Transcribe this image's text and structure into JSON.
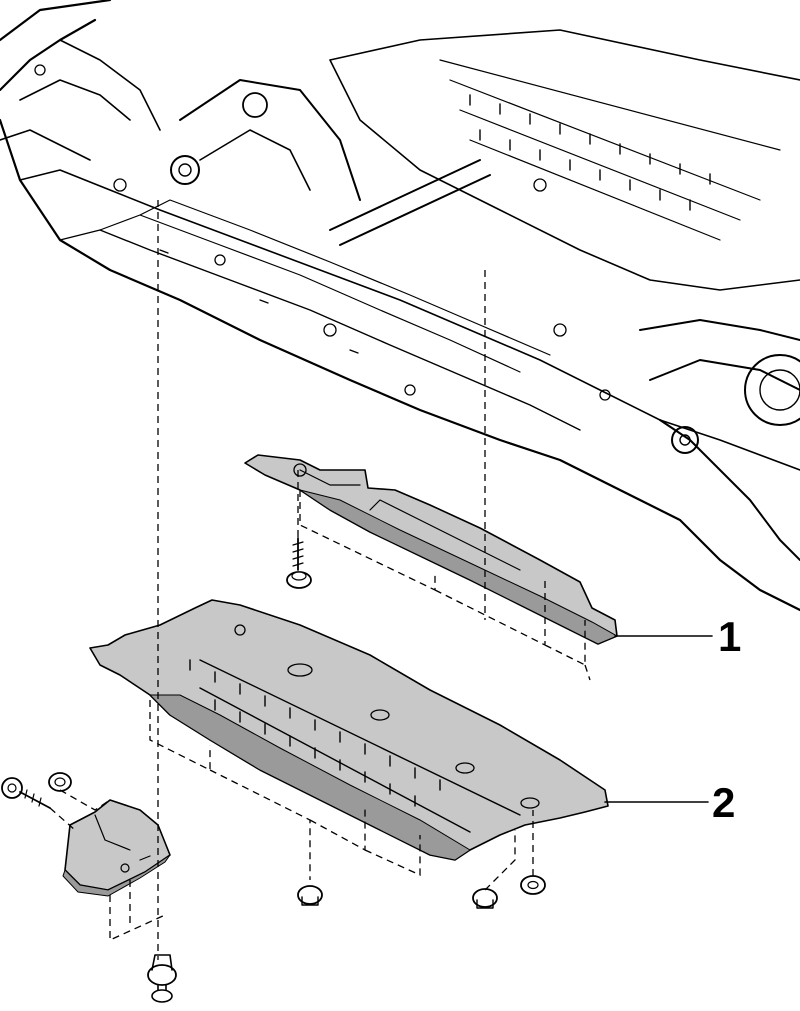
{
  "diagram": {
    "callouts": [
      {
        "id": "1",
        "label": "1"
      },
      {
        "id": "2",
        "label": "2"
      }
    ],
    "colors": {
      "ink": "#000000",
      "panel_fill": "#c8c8c8",
      "panel_shadow": "#9a9a9a",
      "background": "#ffffff"
    }
  }
}
